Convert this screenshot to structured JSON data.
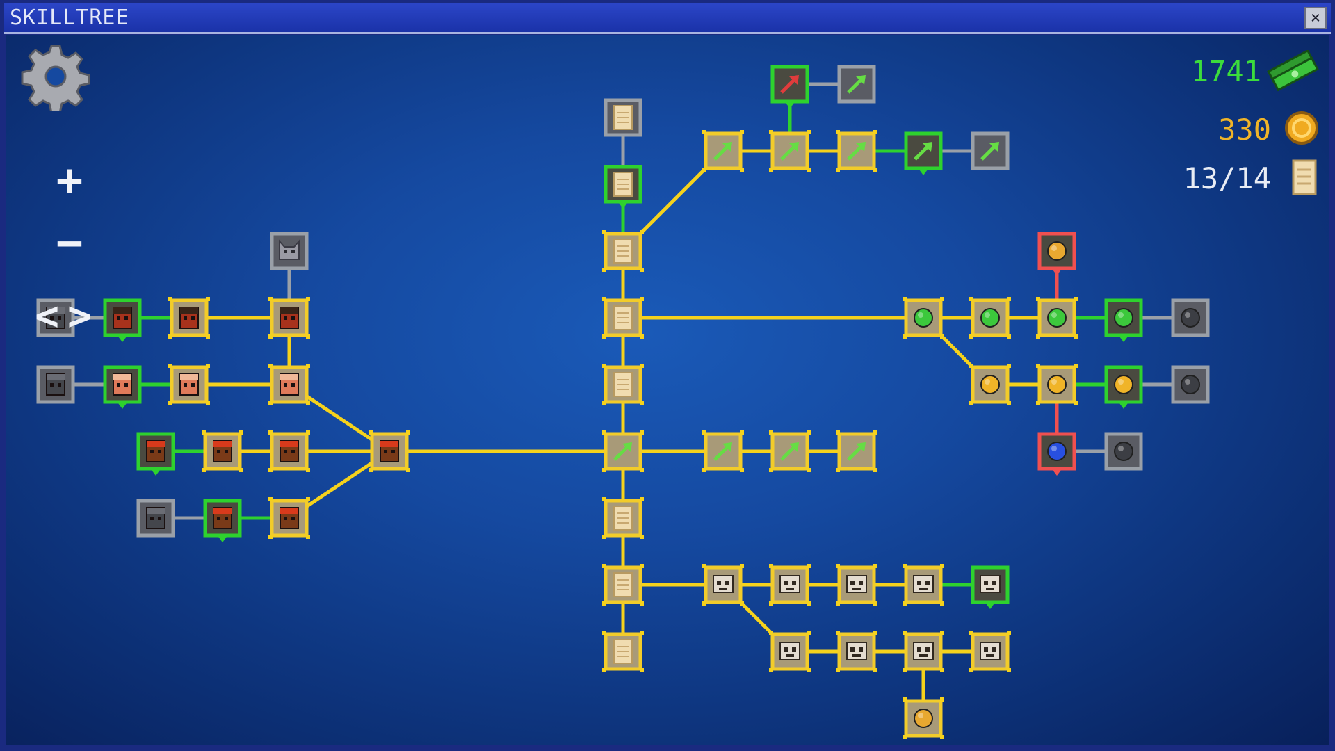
{
  "window": {
    "title": "SKILLTREE",
    "close_label": "×"
  },
  "controls": {
    "zoom_in": "+",
    "zoom_out": "−",
    "center": "<>"
  },
  "hud": {
    "cash": "1741",
    "coins": "330",
    "scrolls": "13/14"
  },
  "colors": {
    "owned": "#f2cc2a",
    "owned_line": "#f5d21c",
    "available": "#2ed22e",
    "locked": "#9aa0a8",
    "special": "#f05050",
    "board": "#1549a0"
  },
  "skill_tree": {
    "nodes": [
      {
        "id": "s1",
        "icon": "scroll-icon",
        "state": "locked",
        "col": 11,
        "row": 1.5
      },
      {
        "id": "s2",
        "icon": "scroll-icon",
        "state": "available",
        "col": 11,
        "row": 2.5
      },
      {
        "id": "s3",
        "icon": "scroll-icon",
        "state": "owned",
        "col": 11,
        "row": 3.5
      },
      {
        "id": "s4",
        "icon": "scroll-icon",
        "state": "owned",
        "col": 11,
        "row": 4.5
      },
      {
        "id": "s5",
        "icon": "scroll-icon",
        "state": "owned",
        "col": 11,
        "row": 5.5
      },
      {
        "id": "a0",
        "icon": "arrow-icon",
        "state": "owned",
        "col": 11,
        "row": 6.5
      },
      {
        "id": "s6",
        "icon": "scroll-icon",
        "state": "owned",
        "col": 11,
        "row": 7.5
      },
      {
        "id": "s7",
        "icon": "scroll-icon",
        "state": "owned",
        "col": 11,
        "row": 8.5
      },
      {
        "id": "s8",
        "icon": "scroll-icon",
        "state": "owned",
        "col": 11,
        "row": 9.5
      },
      {
        "id": "ua1",
        "icon": "arrow-icon",
        "state": "owned",
        "col": 12.5,
        "row": 2
      },
      {
        "id": "ua2",
        "icon": "arrow-icon",
        "state": "owned",
        "col": 13.5,
        "row": 2
      },
      {
        "id": "ua3",
        "icon": "arrow-icon",
        "state": "owned",
        "col": 14.5,
        "row": 2
      },
      {
        "id": "ua4",
        "icon": "arrow-icon",
        "state": "available",
        "col": 15.5,
        "row": 2
      },
      {
        "id": "ua5",
        "icon": "arrow-icon",
        "state": "locked",
        "col": 16.5,
        "row": 2
      },
      {
        "id": "ua6",
        "icon": "red-arrow-icon",
        "state": "available",
        "col": 13.5,
        "row": 1
      },
      {
        "id": "ua7",
        "icon": "arrow-icon",
        "state": "locked",
        "col": 14.5,
        "row": 1
      },
      {
        "id": "ma1",
        "icon": "arrow-icon",
        "state": "owned",
        "col": 12.5,
        "row": 6.5
      },
      {
        "id": "ma2",
        "icon": "arrow-icon",
        "state": "owned",
        "col": 13.5,
        "row": 6.5
      },
      {
        "id": "ma3",
        "icon": "arrow-icon",
        "state": "owned",
        "col": 14.5,
        "row": 6.5
      },
      {
        "id": "g1",
        "icon": "green-orb-icon",
        "state": "owned",
        "col": 15.5,
        "row": 4.5
      },
      {
        "id": "g2",
        "icon": "green-orb-icon",
        "state": "owned",
        "col": 16.5,
        "row": 4.5
      },
      {
        "id": "g3",
        "icon": "green-orb-icon",
        "state": "owned",
        "col": 17.5,
        "row": 4.5
      },
      {
        "id": "g4",
        "icon": "green-orb-icon",
        "state": "available",
        "col": 18.5,
        "row": 4.5
      },
      {
        "id": "g5",
        "icon": "gray-orb-icon",
        "state": "locked",
        "col": 19.5,
        "row": 4.5
      },
      {
        "id": "gc1",
        "icon": "gold-coin-icon",
        "state": "special",
        "col": 17.5,
        "row": 3.5
      },
      {
        "id": "y1",
        "icon": "yellow-orb-icon",
        "state": "owned",
        "col": 16.5,
        "row": 5.5
      },
      {
        "id": "y2",
        "icon": "yellow-orb-icon",
        "state": "owned",
        "col": 17.5,
        "row": 5.5
      },
      {
        "id": "y3",
        "icon": "yellow-orb-icon",
        "state": "available",
        "col": 18.5,
        "row": 5.5
      },
      {
        "id": "y4",
        "icon": "gray-orb-icon",
        "state": "locked",
        "col": 19.5,
        "row": 5.5
      },
      {
        "id": "b1",
        "icon": "blue-orb-icon",
        "state": "special",
        "col": 17.5,
        "row": 6.5
      },
      {
        "id": "b2",
        "icon": "gray-orb-icon",
        "state": "locked",
        "col": 18.5,
        "row": 6.5
      },
      {
        "id": "k1",
        "icon": "skull-icon",
        "state": "owned",
        "col": 12.5,
        "row": 8.5
      },
      {
        "id": "k2",
        "icon": "skull-icon",
        "state": "owned",
        "col": 13.5,
        "row": 8.5
      },
      {
        "id": "k3",
        "icon": "skull-icon",
        "state": "owned",
        "col": 14.5,
        "row": 8.5
      },
      {
        "id": "k4",
        "icon": "skull-icon",
        "state": "owned",
        "col": 15.5,
        "row": 8.5
      },
      {
        "id": "k5",
        "icon": "skull-icon",
        "state": "available",
        "col": 16.5,
        "row": 8.5
      },
      {
        "id": "k6",
        "icon": "skull-icon",
        "state": "owned",
        "col": 13.5,
        "row": 9.5
      },
      {
        "id": "k7",
        "icon": "skull-icon",
        "state": "owned",
        "col": 14.5,
        "row": 9.5
      },
      {
        "id": "k8",
        "icon": "skull-icon",
        "state": "owned",
        "col": 15.5,
        "row": 9.5
      },
      {
        "id": "k9",
        "icon": "skull-icon",
        "state": "owned",
        "col": 16.5,
        "row": 9.5
      },
      {
        "id": "gc2",
        "icon": "gold-coin-icon",
        "state": "owned",
        "col": 15.5,
        "row": 10.5
      },
      {
        "id": "h1",
        "icon": "red-head-icon",
        "state": "owned",
        "col": 7.5,
        "row": 6.5
      },
      {
        "id": "h2",
        "icon": "red-head-icon",
        "state": "owned",
        "col": 6,
        "row": 6.5
      },
      {
        "id": "h3",
        "icon": "red-head-icon",
        "state": "owned",
        "col": 5,
        "row": 6.5
      },
      {
        "id": "h4",
        "icon": "red-head-icon",
        "state": "available",
        "col": 4,
        "row": 6.5
      },
      {
        "id": "h5",
        "icon": "red-head-icon",
        "state": "owned",
        "col": 6,
        "row": 7.5
      },
      {
        "id": "h6",
        "icon": "red-head-icon",
        "state": "available",
        "col": 5,
        "row": 7.5
      },
      {
        "id": "h7",
        "icon": "gray-head-icon",
        "state": "locked",
        "col": 4,
        "row": 7.5
      },
      {
        "id": "h8",
        "icon": "pale-head-icon",
        "state": "owned",
        "col": 6,
        "row": 5.5
      },
      {
        "id": "h9",
        "icon": "pale-head-icon",
        "state": "owned",
        "col": 4.5,
        "row": 5.5
      },
      {
        "id": "h10",
        "icon": "pale-head-icon",
        "state": "available",
        "col": 3.5,
        "row": 5.5
      },
      {
        "id": "h11",
        "icon": "gray-head-icon",
        "state": "locked",
        "col": 2.5,
        "row": 5.5
      },
      {
        "id": "h12",
        "icon": "dark-head-icon",
        "state": "owned",
        "col": 6,
        "row": 4.5
      },
      {
        "id": "h13",
        "icon": "dark-head-icon",
        "state": "owned",
        "col": 4.5,
        "row": 4.5
      },
      {
        "id": "h14",
        "icon": "dark-head-icon",
        "state": "available",
        "col": 3.5,
        "row": 4.5
      },
      {
        "id": "h15",
        "icon": "gray-head-icon",
        "state": "locked",
        "col": 2.5,
        "row": 4.5
      },
      {
        "id": "h16",
        "icon": "cat-icon",
        "state": "locked",
        "col": 6,
        "row": 3.5
      }
    ],
    "links": [
      [
        "s1",
        "s2"
      ],
      [
        "s2",
        "s3"
      ],
      [
        "s3",
        "s4"
      ],
      [
        "s4",
        "s5"
      ],
      [
        "s5",
        "a0"
      ],
      [
        "a0",
        "s6"
      ],
      [
        "s6",
        "s7"
      ],
      [
        "s7",
        "s8"
      ],
      [
        "s3",
        "ua1"
      ],
      [
        "ua1",
        "ua2"
      ],
      [
        "ua2",
        "ua3"
      ],
      [
        "ua3",
        "ua4"
      ],
      [
        "ua4",
        "ua5"
      ],
      [
        "ua2",
        "ua6"
      ],
      [
        "ua6",
        "ua7"
      ],
      [
        "a0",
        "ma1"
      ],
      [
        "ma1",
        "ma2"
      ],
      [
        "ma2",
        "ma3"
      ],
      [
        "s4",
        "g1"
      ],
      [
        "g1",
        "g2"
      ],
      [
        "g2",
        "g3"
      ],
      [
        "g3",
        "g4"
      ],
      [
        "g4",
        "g5"
      ],
      [
        "g3",
        "gc1"
      ],
      [
        "g1",
        "y1"
      ],
      [
        "y1",
        "y2"
      ],
      [
        "y2",
        "y3"
      ],
      [
        "y3",
        "y4"
      ],
      [
        "y2",
        "b1"
      ],
      [
        "b1",
        "b2"
      ],
      [
        "s7",
        "k1"
      ],
      [
        "k1",
        "k2"
      ],
      [
        "k2",
        "k3"
      ],
      [
        "k3",
        "k4"
      ],
      [
        "k4",
        "k5"
      ],
      [
        "k1",
        "k6"
      ],
      [
        "k6",
        "k7"
      ],
      [
        "k7",
        "k8"
      ],
      [
        "k8",
        "k9"
      ],
      [
        "k8",
        "gc2"
      ],
      [
        "a0",
        "h1"
      ],
      [
        "h1",
        "h2"
      ],
      [
        "h2",
        "h3"
      ],
      [
        "h3",
        "h4"
      ],
      [
        "h1",
        "h5"
      ],
      [
        "h5",
        "h6"
      ],
      [
        "h6",
        "h7"
      ],
      [
        "h1",
        "h8"
      ],
      [
        "h8",
        "h9"
      ],
      [
        "h9",
        "h10"
      ],
      [
        "h10",
        "h11"
      ],
      [
        "h8",
        "h12"
      ],
      [
        "h12",
        "h13"
      ],
      [
        "h13",
        "h14"
      ],
      [
        "h14",
        "h15"
      ],
      [
        "h12",
        "h16"
      ]
    ]
  }
}
